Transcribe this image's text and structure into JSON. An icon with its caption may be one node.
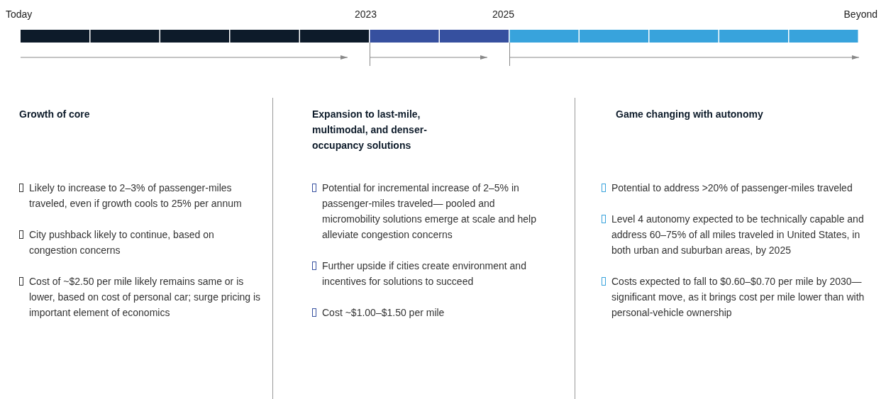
{
  "diagram": {
    "nodes": [
      {
        "text": [
          "Growth of core",
          "Likely to increase to 2–3% of passenger-miles traveled, even if growth cools to 25% per annum",
          "City pushback likely to continue, based on congestion concerns",
          "Cost of ~$2.50 per mile likely remains same or is lower, based on cost of personal car; surge pricing is important element of economics"
        ]
      },
      {
        "text": [
          "Expansion to last-mile, multimodal, and denser-occupancy solutions",
          "Potential for incremental increase of 2–5% in passenger-miles traveled— pooled and micromobility solutions emerge at scale and help alleviate congestion concerns",
          "Further upside if cities create environment and incentives for solutions to succeed",
          "Cost ~$1.00–$1.50 per mile"
        ]
      },
      {
        "text": [
          "Game changing with autonomy",
          "Potential to address >20% of passenger-miles traveled",
          "Level 4 autonomy expected to be technically capable and address 60–75% of all miles traveled in United States, in both urban and suburban areas, by 2025",
          "Costs expected to fall to $0.60–$0.70 per mile by 2030—significant move, as it brings cost per mile lower than with personal-vehicle ownership"
        ]
      }
    ],
    "edges": [],
    "labels": [
      "Today",
      "2023",
      "2025",
      "Beyond"
    ]
  }
}
